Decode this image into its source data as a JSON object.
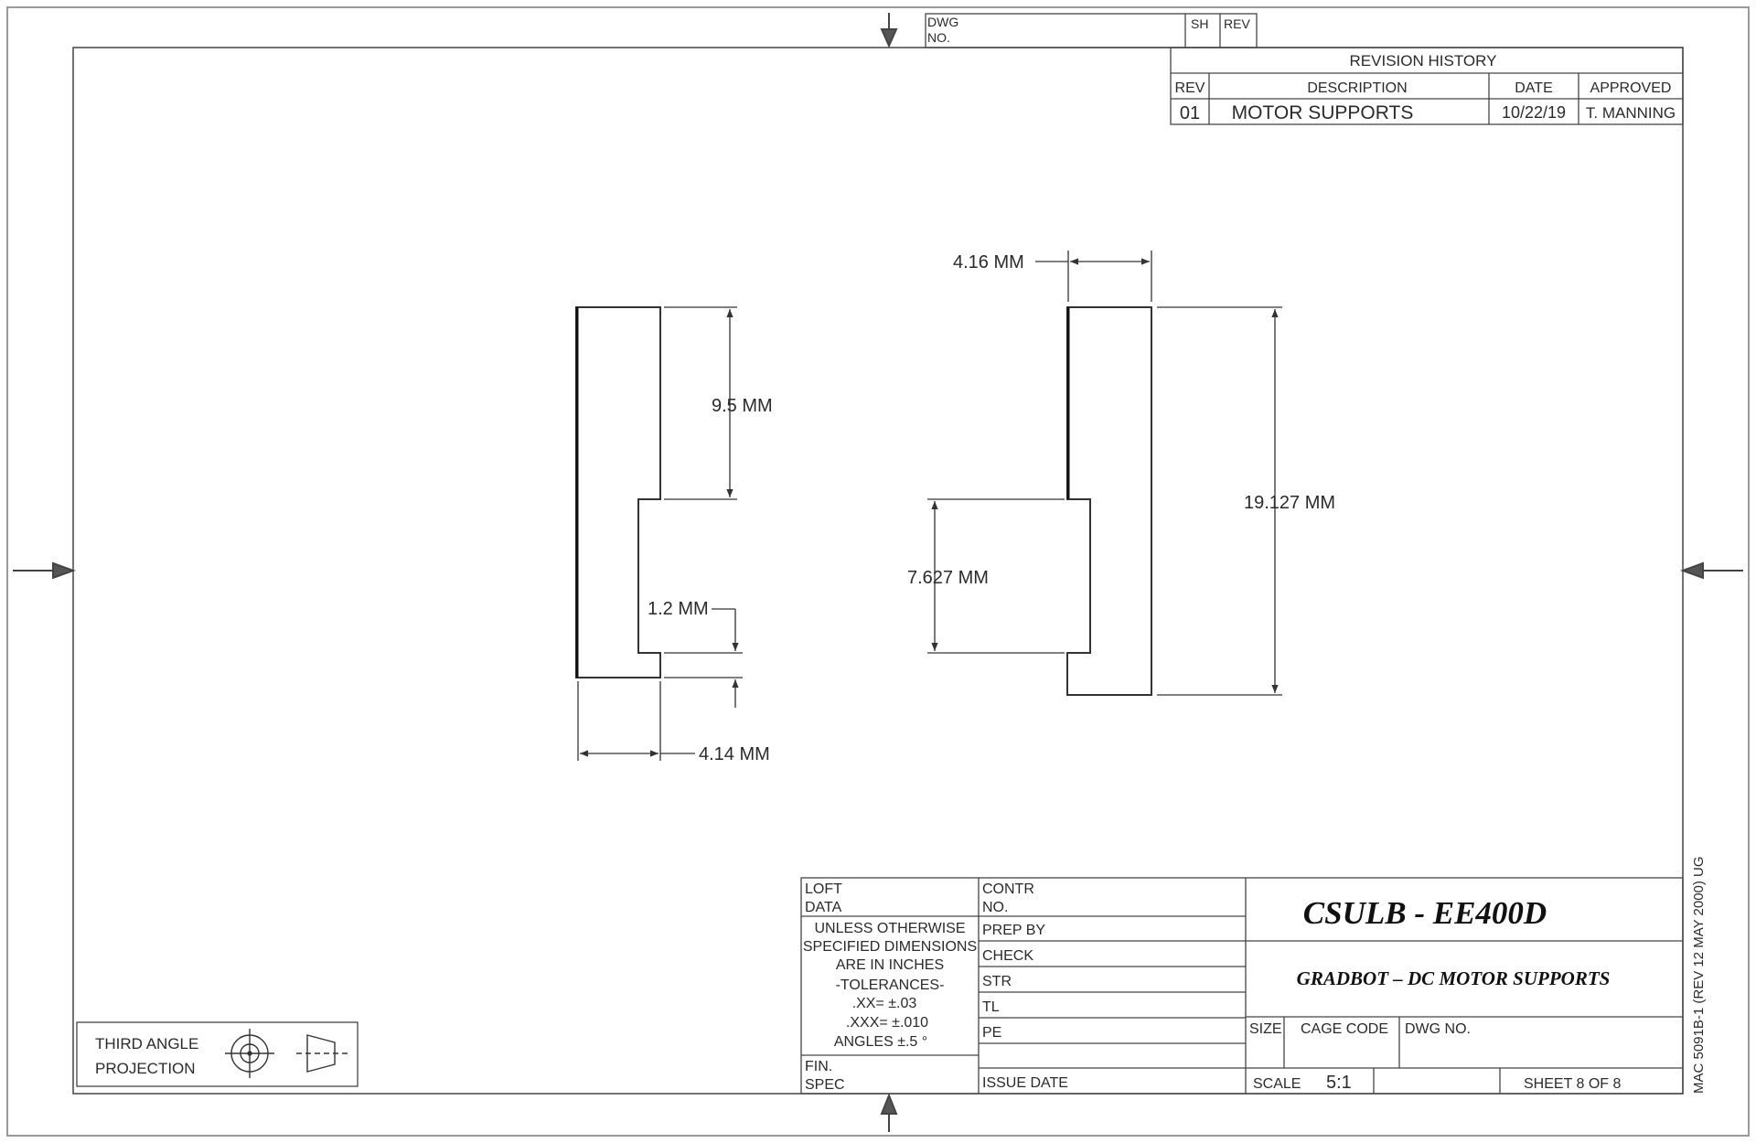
{
  "header": {
    "dwg_no_label": [
      "DWG",
      "NO."
    ],
    "sh_label": "SH",
    "rev_label": "REV"
  },
  "revision_history": {
    "title": "REVISION HISTORY",
    "columns": [
      "REV",
      "DESCRIPTION",
      "DATE",
      "APPROVED"
    ],
    "rows": [
      {
        "rev": "01",
        "description": "MOTOR SUPPORTS",
        "date": "10/22/19",
        "approved": "T. MANNING"
      }
    ]
  },
  "dimensions": {
    "left_view": {
      "height_top": "9.5 MM",
      "notch": "1.2 MM",
      "width": "4.14 MM"
    },
    "right_view": {
      "width": "4.16 MM",
      "height_total": "19.127 MM",
      "height_step": "7.627 MM"
    }
  },
  "projection_box": {
    "line1": "THIRD ANGLE",
    "line2": "PROJECTION"
  },
  "title_block": {
    "loft_data": [
      "LOFT",
      "DATA"
    ],
    "contr_no": [
      "CONTR",
      "NO."
    ],
    "tolerance_notes": [
      "UNLESS OTHERWISE",
      "SPECIFIED DIMENSIONS",
      "ARE IN INCHES",
      "-TOLERANCES-",
      ".XX=  ±.03",
      ".XXX=  ±.010",
      "ANGLES   ±.5 °"
    ],
    "prep_by": "PREP BY",
    "check": "CHECK",
    "str": "STR",
    "tl": "TL",
    "pe": "PE",
    "fin_spec": [
      "FIN.",
      "SPEC"
    ],
    "issue_date": "ISSUE DATE",
    "company": "CSULB - EE400D",
    "drawing_title": "GRADBOT – DC MOTOR SUPPORTS",
    "size_label": "SIZE",
    "cage_code_label": "CAGE CODE",
    "dwg_no_label": "DWG NO.",
    "scale_label": "SCALE",
    "scale_value": "5:1",
    "sheet_text": "SHEET 8 OF 8"
  },
  "side_note": "MAC 5091B-1 (REV 12 MAY 2000) UG"
}
